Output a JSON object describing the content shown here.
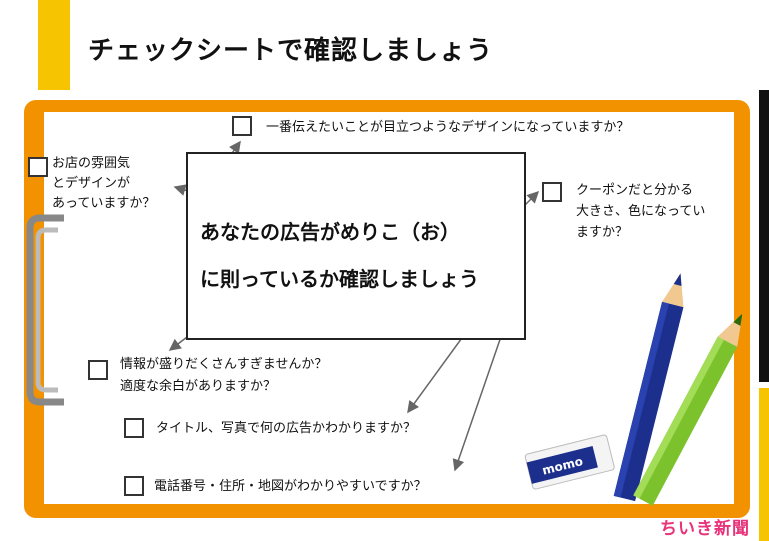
{
  "title": "チェックシートで確認しましょう",
  "center": {
    "line1": "あなたの広告がめりこ（お）",
    "line2": "に則っているか確認しましょう"
  },
  "checks": {
    "top": "一番伝えたいことが目立つようなデザインになっていますか？",
    "left": [
      "お店の雰囲気",
      "とデザインが",
      "あっていますか？"
    ],
    "right": [
      "クーポンだと分かる",
      "大きさ、色になってい",
      "ますか？"
    ],
    "info": [
      "情報が盛りだくさんすぎませんか？",
      "適度な余白がありますか？"
    ],
    "title_photo": "タイトル、写真で何の広告かわかりますか？",
    "phone": "電話番号・住所・地図がわかりやすいですか？"
  },
  "eraser_label": "momo",
  "logo": "ちいき新聞",
  "colors": {
    "title_accent": "#f6c400",
    "board": "#f29200",
    "pencil_blue": "#1c2f8c",
    "pencil_green": "#7cc22c",
    "logo": "#e8337a"
  }
}
